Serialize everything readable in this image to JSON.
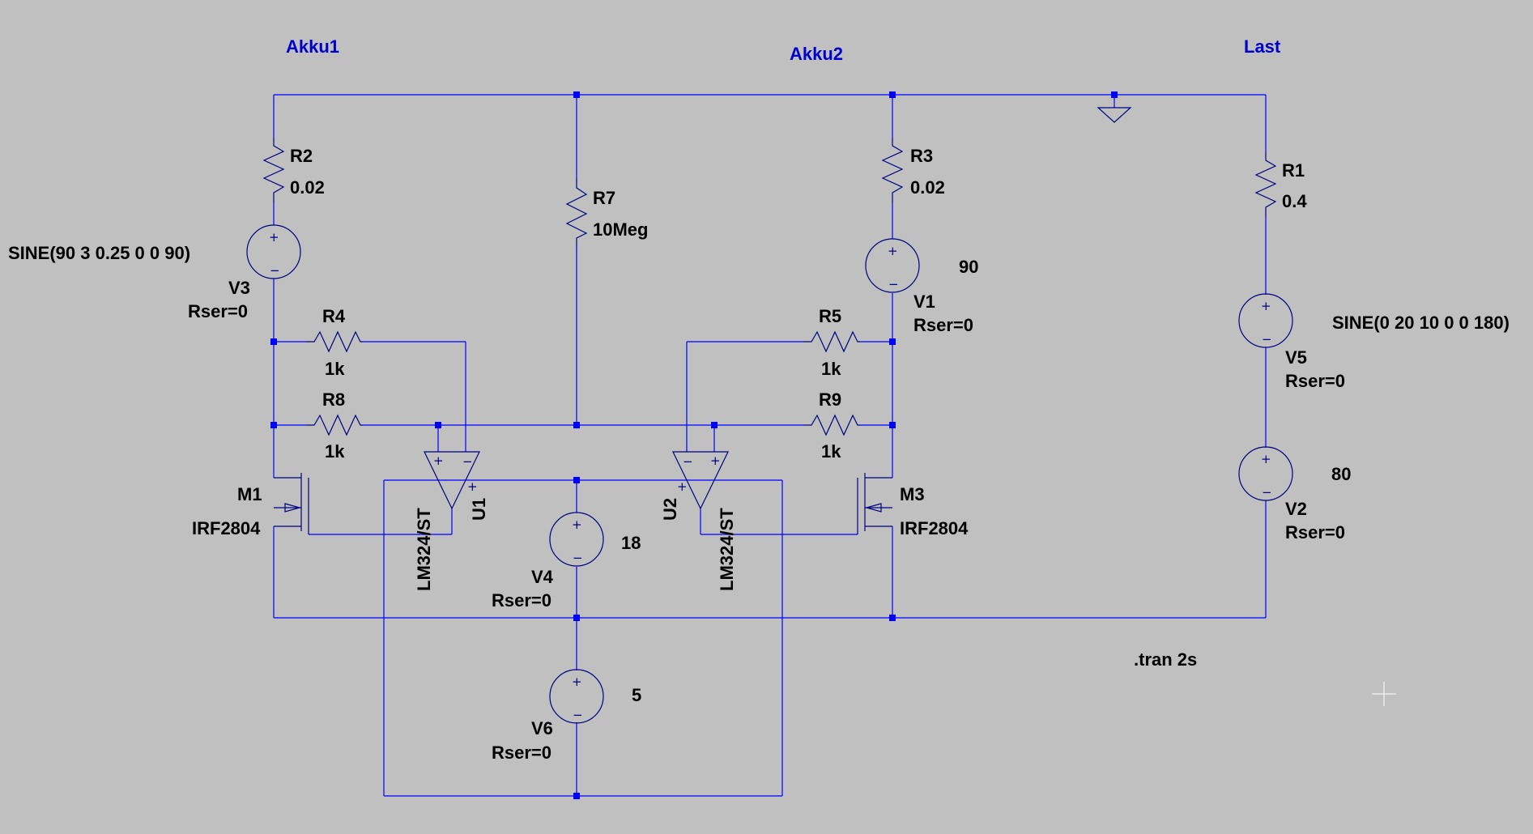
{
  "net_labels": {
    "akku1": "Akku1",
    "akku2": "Akku2",
    "last": "Last"
  },
  "components": {
    "R2": {
      "name": "R2",
      "value": "0.02"
    },
    "R3": {
      "name": "R3",
      "value": "0.02"
    },
    "R1": {
      "name": "R1",
      "value": "0.4"
    },
    "R7": {
      "name": "R7",
      "value": "10Meg"
    },
    "R4": {
      "name": "R4",
      "value": "1k"
    },
    "R5": {
      "name": "R5",
      "value": "1k"
    },
    "R8": {
      "name": "R8",
      "value": "1k"
    },
    "R9": {
      "name": "R9",
      "value": "1k"
    },
    "V3": {
      "name": "V3",
      "value": "SINE(90 3 0.25 0 0 90)",
      "rser": "Rser=0"
    },
    "V1": {
      "name": "V1",
      "value": "90",
      "rser": "Rser=0"
    },
    "V5": {
      "name": "V5",
      "value": "SINE(0 20 10 0 0 180)",
      "rser": "Rser=0"
    },
    "V2": {
      "name": "V2",
      "value": "80",
      "rser": "Rser=0"
    },
    "V4": {
      "name": "V4",
      "value": "18",
      "rser": "Rser=0"
    },
    "V6": {
      "name": "V6",
      "value": "5",
      "rser": "Rser=0"
    },
    "M1": {
      "name": "M1",
      "value": "IRF2804"
    },
    "M3": {
      "name": "M3",
      "value": "IRF2804"
    },
    "U1": {
      "name": "U1",
      "value": "LM324/ST"
    },
    "U2": {
      "name": "U2",
      "value": "LM324/ST"
    }
  },
  "directive": ".tran 2s",
  "colors": {
    "background": "#c0c0c0",
    "wire": "#0000ff",
    "symbol": "#000080",
    "text": "#000000",
    "net_label": "#0000cc"
  }
}
